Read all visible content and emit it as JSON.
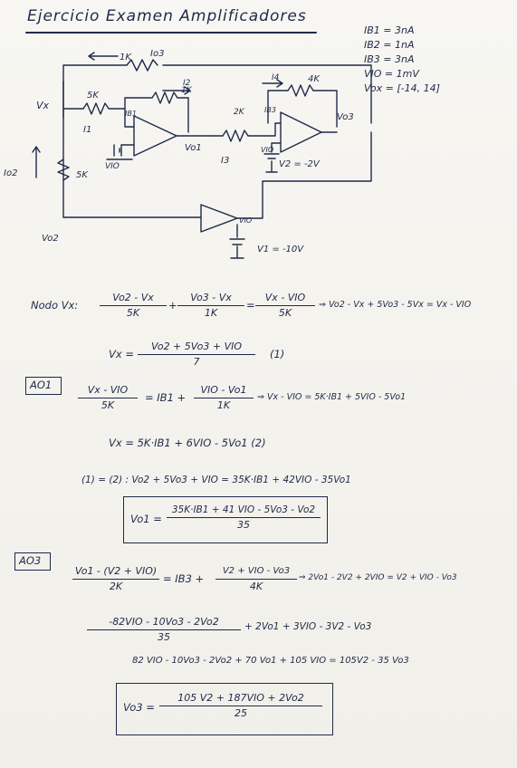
{
  "header": {
    "title": "Ejercicio Examen Amplificadores"
  },
  "given": [
    "IB1 = 3nA",
    "IB2 = 1nA",
    "IB3 = 3nA",
    "VIO = 1mV",
    "Vox = [-14, 14]"
  ],
  "circuit": {
    "labels": {
      "io3": "Io3",
      "r_top": "1K",
      "i2": "I2",
      "r_mid": "1K",
      "r_5k_a": "5K",
      "i1": "I1",
      "ib1": "IB1",
      "vx": "Vx",
      "vio_1": "VIO",
      "vo1": "Vo1",
      "i3": "I3",
      "r_2k": "2K",
      "i4": "I4",
      "r_4k": "4K",
      "ib3": "IB3",
      "vio_3": "VIO",
      "v2": "V2 = -2V",
      "vo3": "Vo3",
      "io2": "Io2",
      "r_5k_b": "5K",
      "vo2": "Vo2",
      "vio_2": "VIO",
      "v1": "V1 = -10V"
    }
  },
  "nodo": {
    "label": "Nodo Vx:",
    "f1_num": "Vo2 - Vx",
    "f1_den": "5K",
    "plus": "+",
    "f2_num": "Vo3 - Vx",
    "f2_den": "1K",
    "eq": "=",
    "f3_num": "Vx - VIO",
    "f3_den": "5K",
    "result": "⇒ Vo2 - Vx + 5Vo3 - 5Vx = Vx - VIO",
    "vx_lhs": "Vx =",
    "vx_num": "Vo2 + 5Vo3 + VIO",
    "vx_den": "7",
    "tag1": "(1)"
  },
  "ao1": {
    "label": "AO1",
    "lhs_num": "Vx - VIO",
    "lhs_den": "5K",
    "mid": "= IB1 +",
    "rhs_num": "VIO - Vo1",
    "rhs_den": "1K",
    "result": "⇒ Vx - VIO = 5K·IB1 + 5VIO - 5Vo1",
    "line2": "Vx = 5K·IB1 + 6VIO - 5Vo1   (2)",
    "combine": "(1) = (2) :  Vo2 + 5Vo3 + VIO = 35K·IB1 + 42VIO - 35Vo1",
    "vo1_lhs": "Vo1 =",
    "vo1_num": "35K·IB1 + 41 VIO - 5Vo3 - Vo2",
    "vo1_den": "35"
  },
  "ao3": {
    "label": "AO3",
    "lhs_num": "Vo1 - (V2 + VIO)",
    "lhs_den": "2K",
    "mid": "= IB3 +",
    "rhs_num": "V2 + VIO - Vo3",
    "rhs_den": "4K",
    "result": "⇒ 2Vo1 - 2V2 + 2VIO = V2 + VIO - Vo3",
    "line2_num": "-82VIO - 10Vo3 - 2Vo2",
    "line2_den": "35",
    "line2_rest": "+ 2Vo1 + 3VIO - 3V2 - Vo3",
    "line3": "82 VIO - 10Vo3 - 2Vo2 + 70 Vo1 + 105 VIO = 105V2 - 35 Vo3",
    "vo3_lhs": "Vo3 =",
    "vo3_num": "105 V2 + 187VIO + 2Vo2",
    "vo3_den": "25"
  },
  "colors": {
    "ink": "#1f2a4a",
    "paper": "#f3f1ec"
  }
}
